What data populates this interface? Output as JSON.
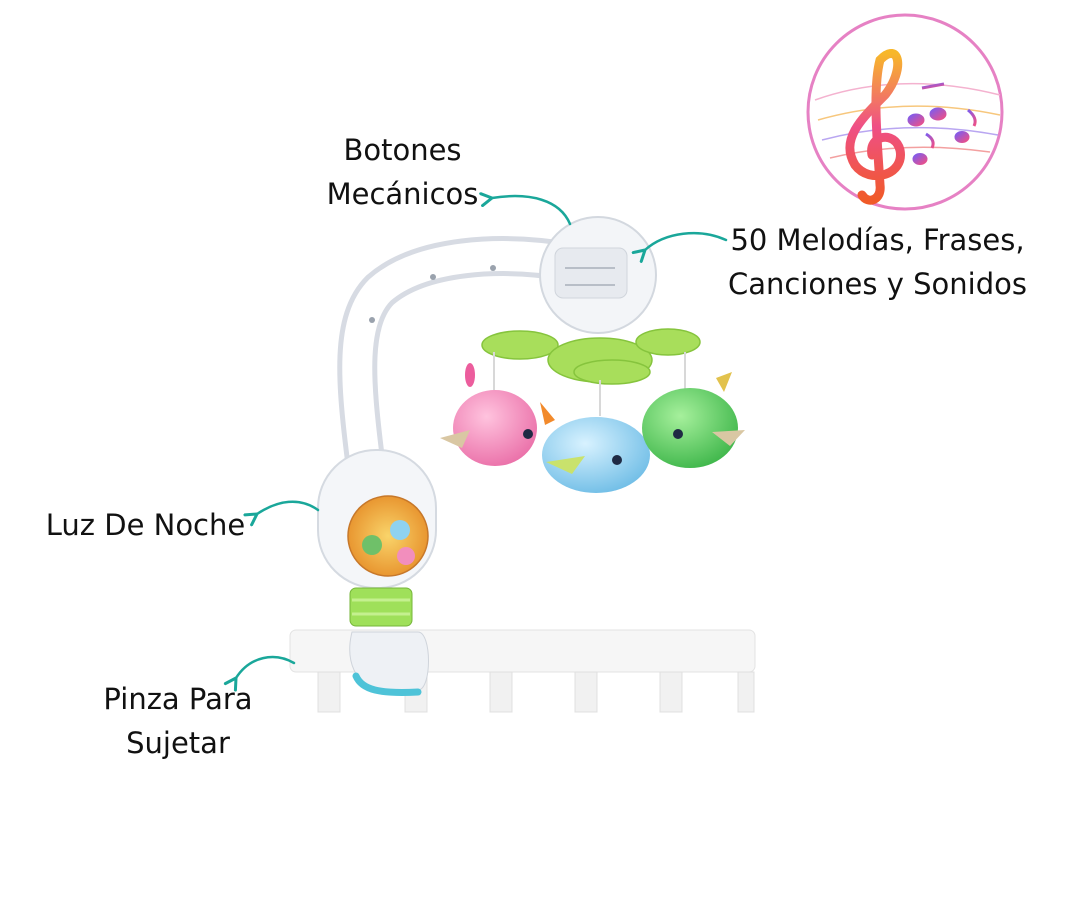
{
  "labels": {
    "buttons_line1": "Botones",
    "buttons_line2": "Mecánicos",
    "melodies_line1": "50 Melodías, Frases,",
    "melodies_line2": "Canciones y Sonidos",
    "night_light": "Luz De Noche",
    "clamp_line1": "Pinza Para",
    "clamp_line2": "Sujetar"
  },
  "colors": {
    "arrow": "#1aa79a",
    "badge_ring": "#e681c4",
    "clef_gradient": [
      "#f7c62a",
      "#ef4f86",
      "#f05a28"
    ],
    "bird_pink": "#f28ebd",
    "bird_blue": "#9fd8f2",
    "bird_green": "#6fd36a",
    "leaf_green": "#a8de5b",
    "mobile_white": "#f3f5f8"
  }
}
